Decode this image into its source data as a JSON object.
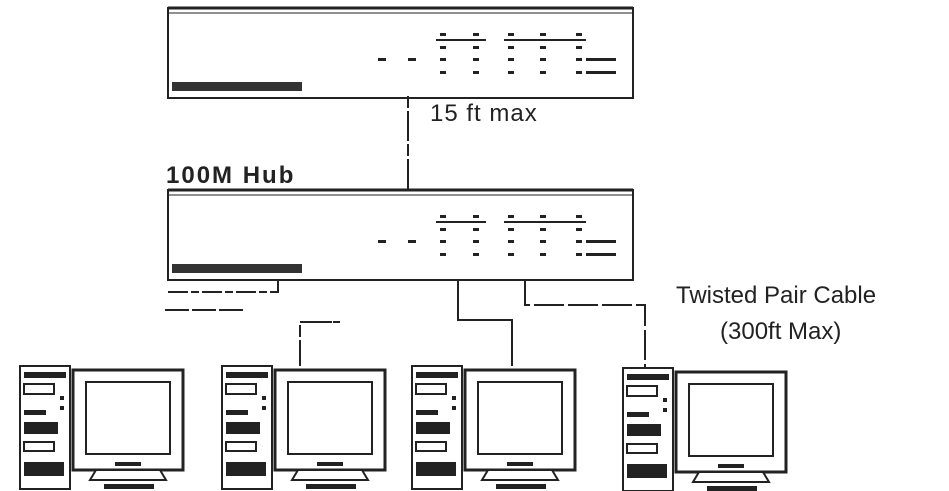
{
  "diagram": {
    "hub_label": "100M Hub",
    "hub_link_label": "15 ft max",
    "cable_label": "Twisted Pair Cable",
    "cable_limit_label": "(300ft Max)",
    "device_count": {
      "hubs": 2,
      "workstations": 4
    },
    "colors": {
      "line": "#222222",
      "background": "#ffffff"
    }
  }
}
